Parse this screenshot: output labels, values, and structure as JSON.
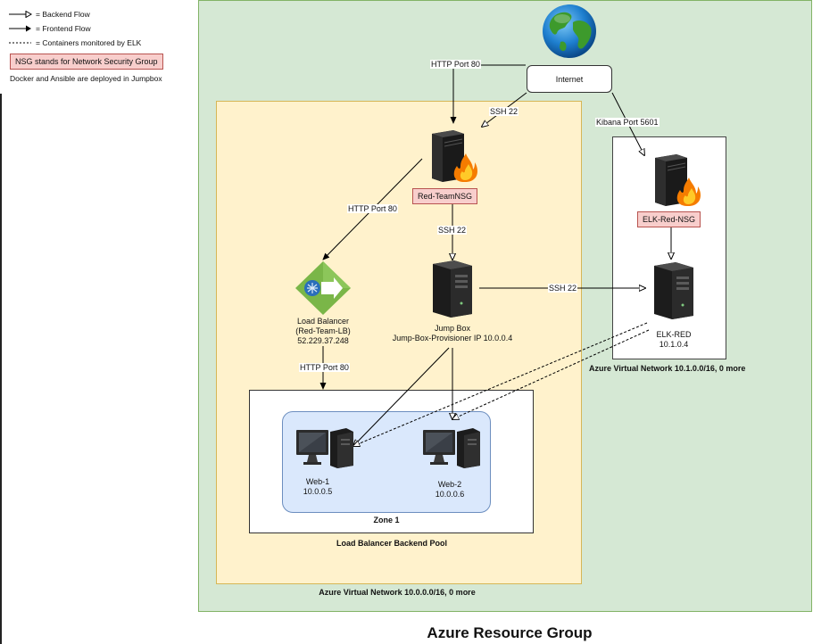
{
  "legend": {
    "backend_flow": "= Backend Flow",
    "frontend_flow": "= Frontend Flow",
    "containers": "= Containers monitored by ELK",
    "nsg_note": "NSG stands for Network Security Group",
    "docker_note": "Docker and Ansible are deployed in Jumpbox"
  },
  "nodes": {
    "internet": "Internet",
    "red_team_nsg": "Red-TeamNSG",
    "elk_red_nsg": "ELK-Red-NSG",
    "load_balancer": [
      "Load Balancer",
      "(Red-Team-LB)",
      "52.229.37.248"
    ],
    "jump_box": [
      "Jump Box",
      "Jump-Box-Provisioner IP 10.0.0.4"
    ],
    "elk_red": [
      "ELK-RED",
      "10.1.0.4"
    ],
    "web1": [
      "Web-1",
      "10.0.0.5"
    ],
    "web2": [
      "Web-2",
      "10.0.0.6"
    ]
  },
  "edges": {
    "http_internet": "HTTP Port 80",
    "ssh_internet": "SSH 22",
    "kibana": "Kibana Port 5601",
    "http_to_lb": "HTTP Port 80",
    "ssh_to_jump": "SSH 22",
    "ssh_to_elk": "SSH 22",
    "http_lb_pool": "HTTP Port 80"
  },
  "groups": {
    "zone": "Zone 1",
    "pool": "Load Balancer Backend Pool",
    "vnet1": "Azure Virtual Network 10.0.0.0/16, 0 more",
    "vnet2": "Azure Virtual Network 10.1.0.0/16, 0 more",
    "resource_group": "Azure Resource Group"
  },
  "colors": {
    "resource_group_fill": "#d5e8d4",
    "vnet_fill": "#fff2cc",
    "zone_fill": "#dae8fc",
    "nsg_fill": "#f8cecc"
  },
  "icons": {
    "globe": "globe-icon",
    "firewall": "firewall-server-icon",
    "load_balancer": "load-balancer-icon",
    "server": "server-tower-icon",
    "workstation": "desktop-computer-icon"
  }
}
